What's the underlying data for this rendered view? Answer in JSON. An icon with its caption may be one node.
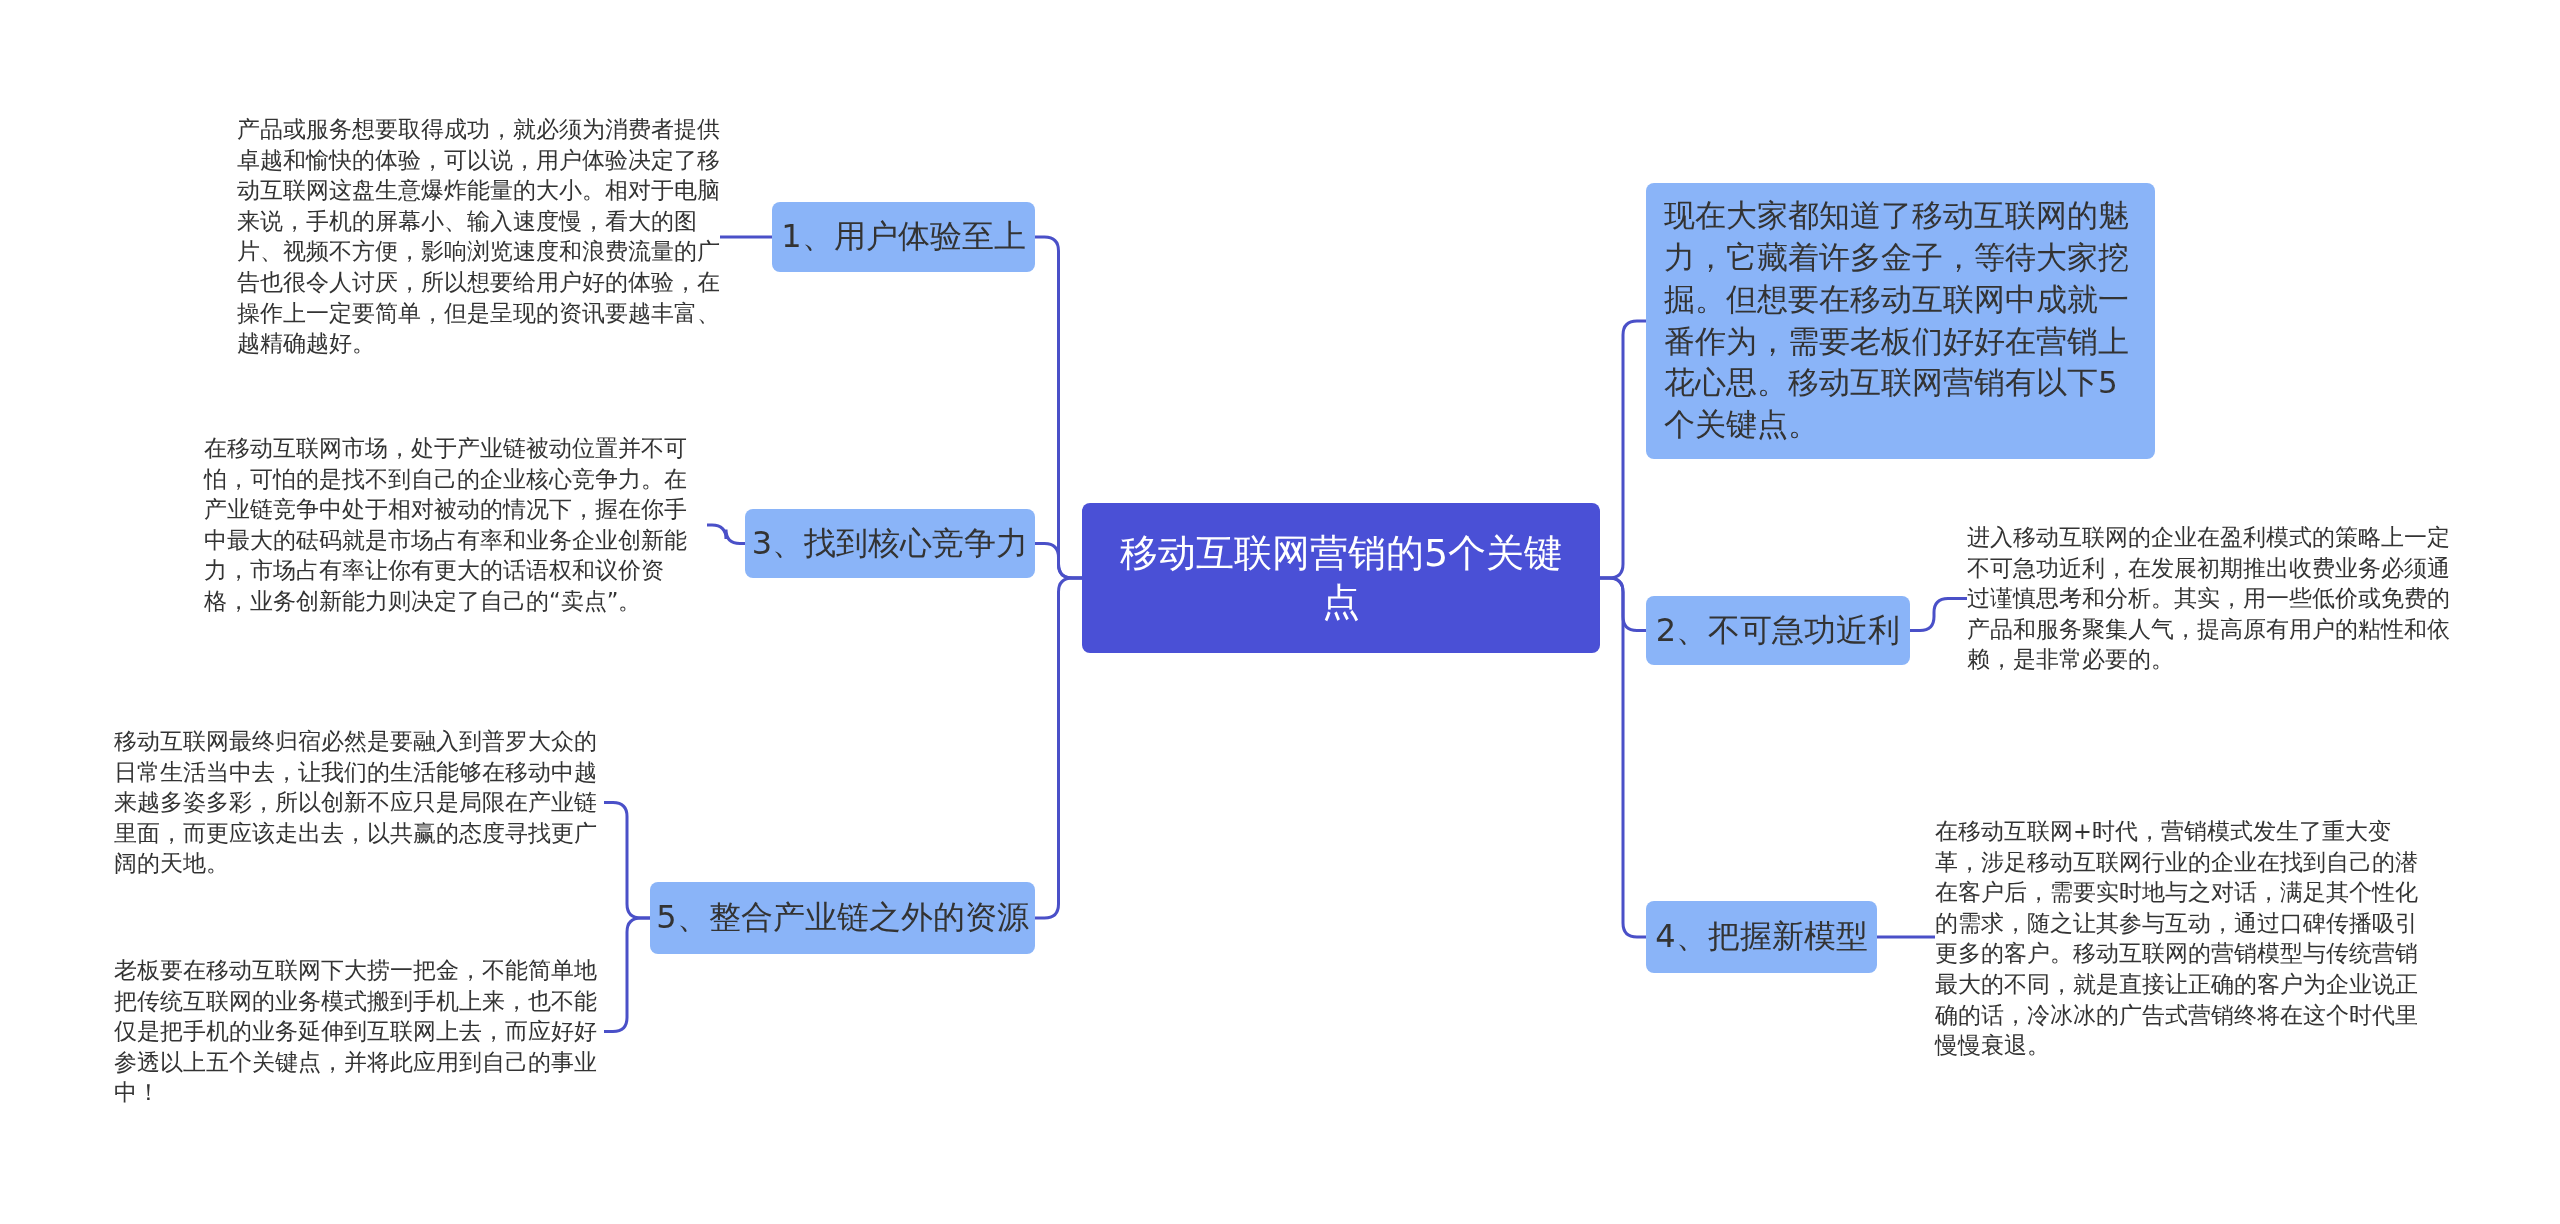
{
  "diagram": {
    "nodes": [
      {
        "text": [
          "移动互联网营销的5个关键点"
        ]
      },
      {
        "text": [
          "现在大家都知道了移动互联网的魅力，它藏着许多金子，等待大家挖掘。但想要在移动互联网中成就一番作为，需要老板们好好在营销上花心思。移动互联网营销有以下5个关键点。"
        ]
      },
      {
        "text": [
          "2、不可急功近利"
        ]
      },
      {
        "text": [
          "4、把握新模型"
        ]
      },
      {
        "text": [
          "1、用户体验至上"
        ]
      },
      {
        "text": [
          "3、找到核心竞争力"
        ]
      },
      {
        "text": [
          "5、整合产业链之外的资源"
        ]
      },
      {
        "text": [
          "产品或服务想要取得成功，就必须为消费者提供卓越和愉快的体验，可以说，用户体验决定了移动互联网这盘生意爆炸能量的大小。相对于电脑来说，手机的屏幕小、输入速度慢，看大的图片、视频不方便，影响浏览速度和浪费流量的广告也很令人讨厌，所以想要给用户好的体验，在操作上一定要简单，但是呈现的资讯要越丰富、越精确越好。"
        ]
      },
      {
        "text": [
          "在移动互联网市场，处于产业链被动位置并不可怕，可怕的是找不到自己的企业核心竞争力。在产业链竞争中处于相对被动的情况下，握在你手中最大的砝码就是市场占有率和业务企业创新能力，市场占有率让你有更大的话语权和议价资格，业务创新能力则决定了自己的“卖点”。"
        ]
      },
      {
        "text": [
          "移动互联网最终归宿必然是要融入到普罗大众的日常生活当中去，让我们的生活能够在移动中越来越多姿多彩，所以创新不应只是局限在产业链里面，而更应该走出去，以共赢的态度寻找更广阔的天地。"
        ]
      },
      {
        "text": [
          "老板要在移动互联网下大捞一把金，不能简单地把传统互联网的业务模式搬到手机上来，也不能仅是把手机的业务延伸到互联网上去，而应好好参透以上五个关键点，并将此应用到自己的事业中！"
        ]
      },
      {
        "text": [
          "进入移动互联网的企业在盈利模式的策略上一定不可急功近利，在发展初期推出收费业务必须通过谨慎思考和分析。其实，用一些低价或免费的产品和服务聚集人气，提高原有用户的粘性和依赖，是非常必要的。"
        ]
      },
      {
        "text": [
          "在移动互联网+时代，营销模式发生了重大变革，涉足移动互联网行业的企业在找到自己的潜在客户后，需要实时地与之对话，满足其个性化的需求，随之让其参与互动，通过口碑传播吸引更多的客户。移动互联网的营销模型与传统营销最大的不同，就是直接让正确的客户为企业说正确的话，冷冰冰的广告式营销终将在这个时代里慢慢衰退。"
        ]
      }
    ],
    "edges": [
      {
        "from": 0,
        "to": 1,
        "arrow": "none"
      },
      {
        "from": 0,
        "to": 2,
        "arrow": "none"
      },
      {
        "from": 0,
        "to": 3,
        "arrow": "none"
      },
      {
        "from": 0,
        "to": 4,
        "arrow": "none"
      },
      {
        "from": 0,
        "to": 5,
        "arrow": "none"
      },
      {
        "from": 0,
        "to": 6,
        "arrow": "none"
      },
      {
        "from": 4,
        "to": 7,
        "arrow": "none"
      },
      {
        "from": 5,
        "to": 8,
        "arrow": "none"
      },
      {
        "from": 6,
        "to": 9,
        "arrow": "none"
      },
      {
        "from": 6,
        "to": 10,
        "arrow": "none"
      },
      {
        "from": 2,
        "to": 11,
        "arrow": "none"
      },
      {
        "from": 3,
        "to": 12,
        "arrow": "none"
      }
    ]
  }
}
